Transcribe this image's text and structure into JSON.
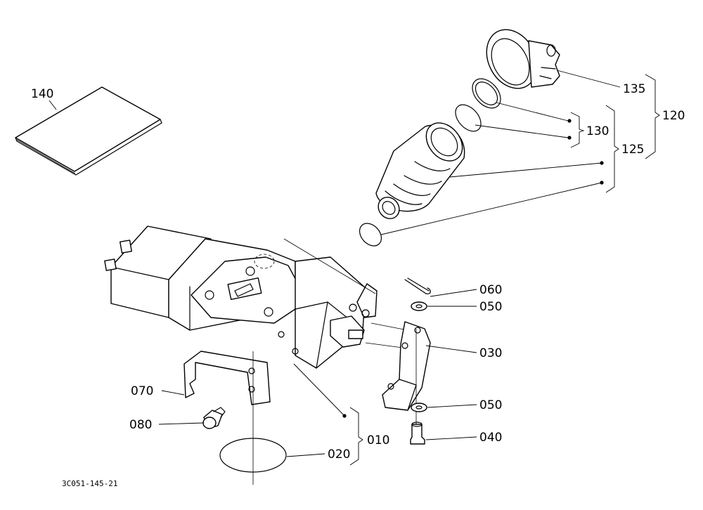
{
  "labels": {
    "p140": "140",
    "p135": "135",
    "p130": "130",
    "p125": "125",
    "p120": "120",
    "p060": "060",
    "p050a": "050",
    "p030": "030",
    "p050b": "050",
    "p040": "040",
    "p070": "070",
    "p080": "080",
    "p010": "010",
    "p020": "020"
  },
  "drawing_code": "3C051-145-21"
}
